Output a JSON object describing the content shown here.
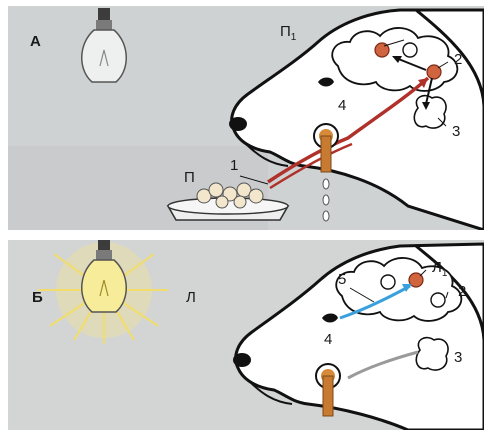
{
  "panel_a": {
    "label": "А",
    "labels": {
      "p1_main": "П",
      "p1_sub": "1",
      "n2": "2",
      "n4": "4",
      "n3": "3",
      "n1": "1",
      "p": "П"
    }
  },
  "panel_b": {
    "label": "Б",
    "labels": {
      "l": "Л",
      "l1_main": "Л",
      "l1_sub": "1",
      "n5": "5",
      "n2": "2",
      "n4": "4",
      "n3": "3"
    }
  },
  "colors": {
    "nerve_red": "#b0302a",
    "nerve_blue": "#3aa0dd",
    "neuron_active": "#d0643f",
    "glow": "#f4e48a",
    "bulb_lit": "#f6ec9a",
    "saliva_tube": "#c77a30"
  },
  "icons": {
    "bulb_off": "light-bulb-off-icon",
    "bulb_on": "light-bulb-on-icon",
    "bowl": "food-bowl-icon",
    "dog_head": "dog-head-icon"
  }
}
